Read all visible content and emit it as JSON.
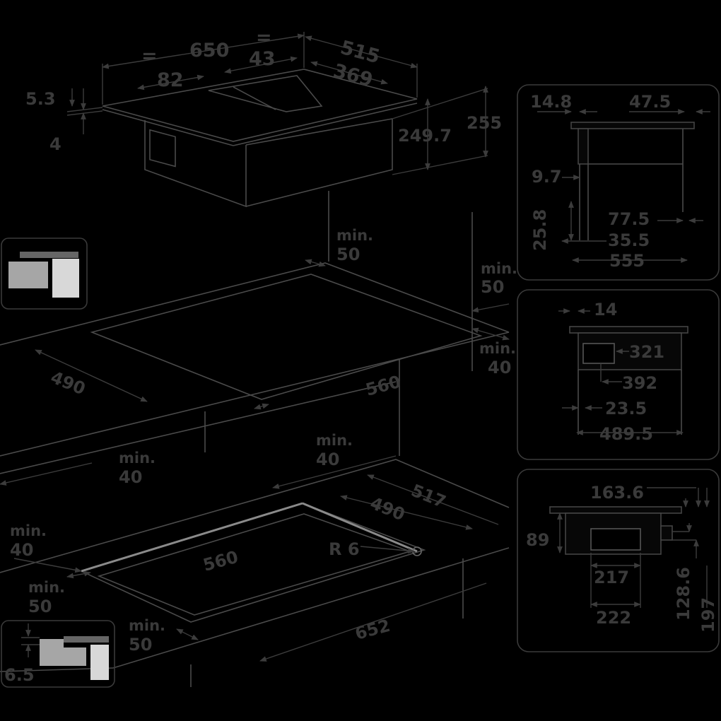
{
  "top_view": {
    "eq_left": "=",
    "w650": "650",
    "eq_right": "=",
    "d515": "515",
    "w43": "43",
    "w82": "82",
    "w369": "369",
    "t53": "5.3",
    "t4": "4",
    "h2497": "249.7",
    "h255": "255"
  },
  "cutout_top": {
    "min50_a_label": "min.",
    "min50_a_value": "50",
    "min50_b_label": "min.",
    "min50_b_value": "50",
    "min40_a_label": "min.",
    "min40_a_value": "40",
    "d490": "490",
    "w560": "560",
    "min40_b_label": "min.",
    "min40_b_value": "40"
  },
  "cutout_bottom": {
    "min40_c_label": "min.",
    "min40_c_value": "40",
    "d517": "517",
    "d490": "490",
    "r6": "R 6",
    "w560": "560",
    "w652": "652",
    "min40_d_label": "min.",
    "min40_d_value": "40",
    "min50_c_label": "min.",
    "min50_c_value": "50",
    "min50_d_label": "min.",
    "min50_d_value": "50",
    "t65": "6.5"
  },
  "side_panel_1": {
    "v148": "14.8",
    "v475": "47.5",
    "v97": "9.7",
    "v258": "25.8",
    "v775": "77.5",
    "v355": "35.5",
    "v555": "555"
  },
  "side_panel_2": {
    "v14": "14",
    "v321": "321",
    "v392": "392",
    "v235": "23.5",
    "v4895": "489.5"
  },
  "side_panel_3": {
    "v1636": "163.6",
    "v89": "89",
    "v217": "217",
    "v222": "222",
    "v1286": "128.6",
    "v197": "197"
  }
}
